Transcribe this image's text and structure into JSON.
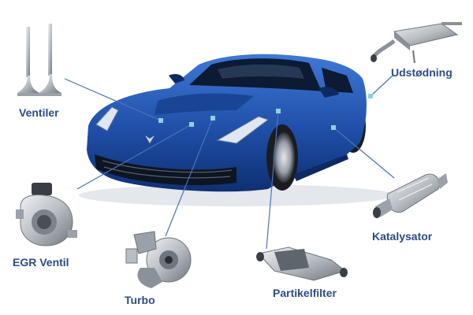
{
  "colors": {
    "label": "#2c4a8a",
    "leader": "#4a74b8",
    "dot": "#8fd1dc",
    "car_body": "#1f4fa8",
    "car_dark": "#0d2a63",
    "metal": "#b9bec4"
  },
  "parts": [
    {
      "id": "ventiler",
      "label": "Ventiler"
    },
    {
      "id": "udstodning",
      "label": "Udstødning"
    },
    {
      "id": "katalysator",
      "label": "Katalysator"
    },
    {
      "id": "partikelfilter",
      "label": "Partikelfilter"
    },
    {
      "id": "turbo",
      "label": "Turbo"
    },
    {
      "id": "egr",
      "label": "EGR Ventil"
    }
  ]
}
